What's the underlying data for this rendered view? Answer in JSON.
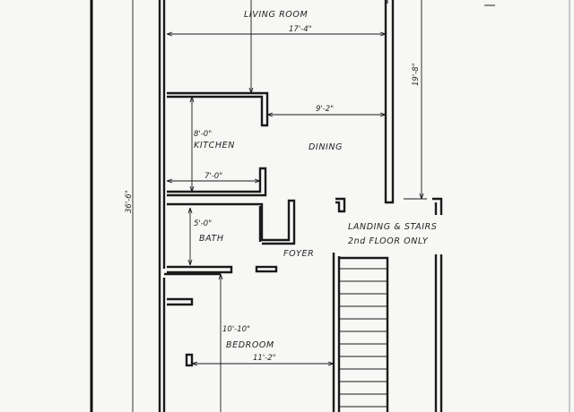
{
  "rooms": {
    "living_room": "LIVING ROOM",
    "kitchen": "KITCHEN",
    "dining": "DINING",
    "bath": "BATH",
    "foyer": "FOYER",
    "landing_line1": "LANDING & STAIRS",
    "landing_line2": "2nd FLOOR ONLY",
    "bedroom": "BEDROOM"
  },
  "dimensions": {
    "living_width": "17'-4\"",
    "living_depth": "19'-8\"",
    "overall_length": "36'-6\"",
    "dining_width": "9'-2\"",
    "kitchen_depth": "8'-0\"",
    "kitchen_width": "7'-0\"",
    "bath_depth": "5'-0\"",
    "bedroom_depth": "10'-10\"",
    "bedroom_width": "11'-2\""
  }
}
